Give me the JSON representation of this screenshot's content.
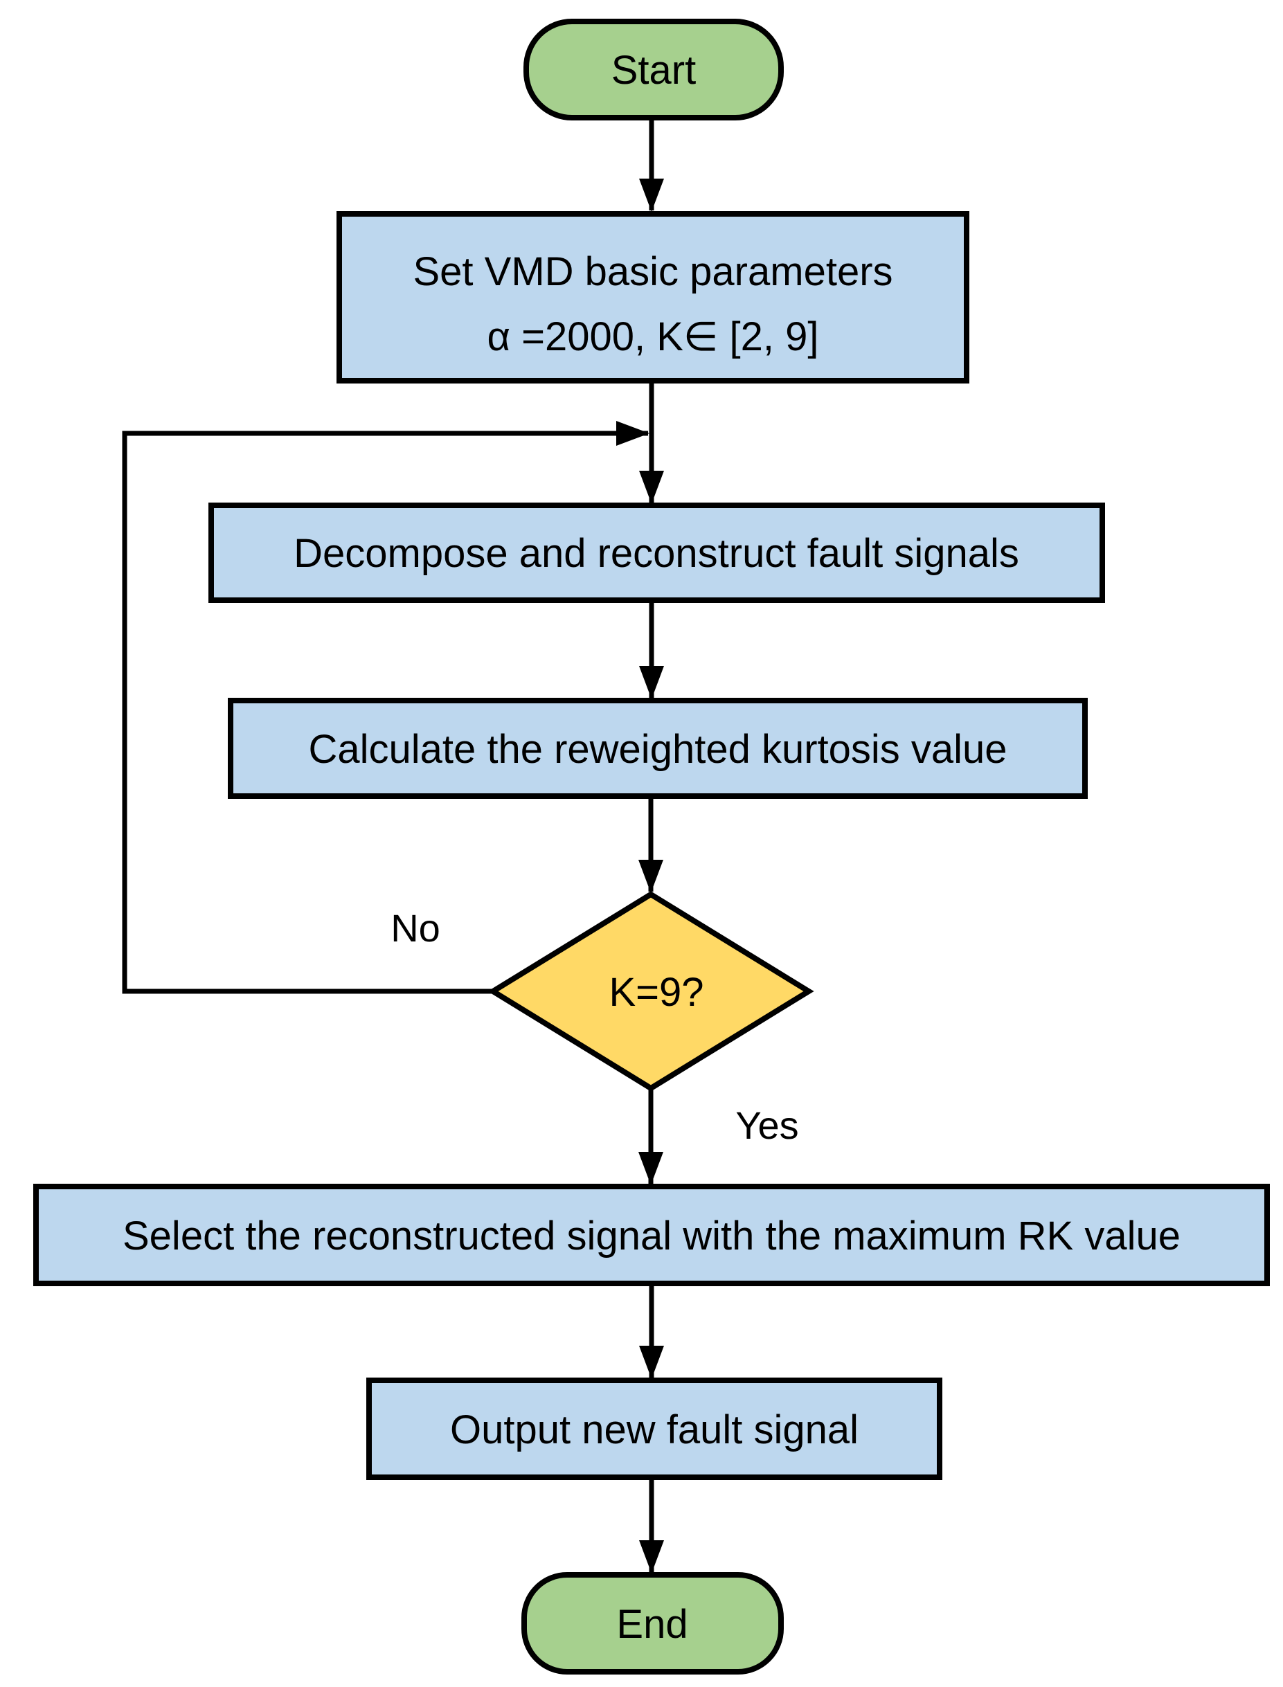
{
  "figure": {
    "type": "flowchart",
    "description": "VMD parameter selection flowchart"
  },
  "colors": {
    "process_fill": "#BDD7EE",
    "terminal_fill": "#A6D08E",
    "decision_fill": "#FFD966",
    "stroke": "#000000"
  },
  "nodes": {
    "start": {
      "label": "Start"
    },
    "set_params": {
      "line1": "Set VMD basic parameters",
      "line2": "α =2000, K∈ [2, 9]"
    },
    "decompose": {
      "label": "Decompose and reconstruct fault signals"
    },
    "calculate": {
      "label": "Calculate the reweighted kurtosis value"
    },
    "decision": {
      "label": "K=9?"
    },
    "select": {
      "label": "Select the reconstructed signal with the maximum RK value"
    },
    "output": {
      "label": "Output new fault signal"
    },
    "end": {
      "label": "End"
    }
  },
  "edges": {
    "no_label": "No",
    "yes_label": "Yes"
  }
}
